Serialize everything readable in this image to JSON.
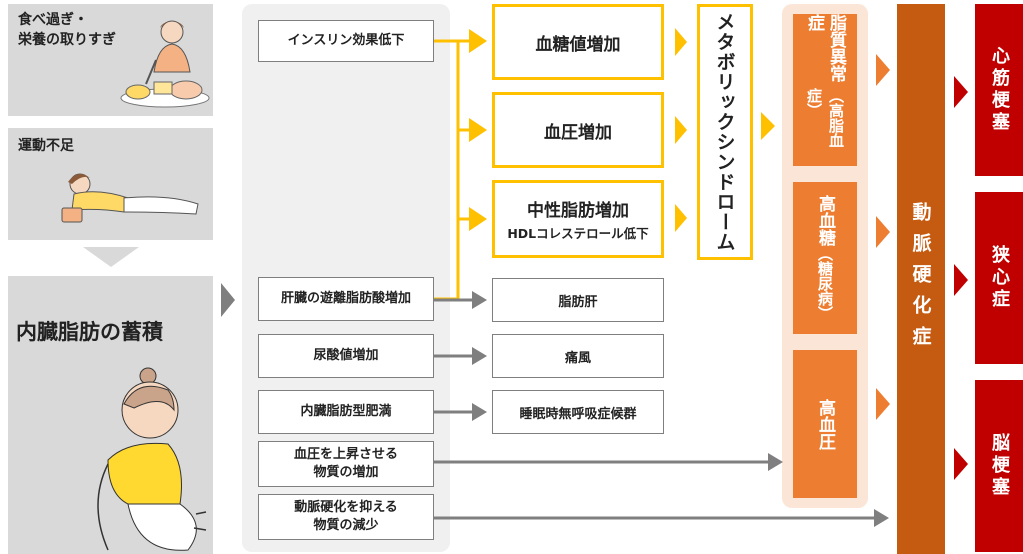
{
  "causes": {
    "overeating": "食べ過ぎ・\n栄養の取りすぎ",
    "exercise": "運動不足"
  },
  "accumulation": "内臓脂肪の蓄積",
  "mechanisms": {
    "insulin": "インスリン効果低下",
    "liver_ffa": "肝臓の遊離脂肪酸増加",
    "uric": "尿酸値増加",
    "visceral_obesity": "内臓脂肪型肥満",
    "bp_substances": "血圧を上昇させる\n物質の増加",
    "anti_athero": "動脈硬化を抑える\n物質の減少"
  },
  "yellow_results": {
    "glucose": "血糖値増加",
    "bp": "血圧増加",
    "tg": "中性脂肪増加",
    "hdl": "HDLコレステロール低下"
  },
  "gray_results": {
    "fatty_liver": "脂肪肝",
    "gout": "痛風",
    "sleep_apnea": "睡眠時無呼吸症候群"
  },
  "metabolic": "メタボリックシンドローム",
  "diseases": {
    "dyslipidemia": "脂質異常症",
    "dyslipidemia_sub": "（高脂血症）",
    "hyperglycemia": "高血糖",
    "hyperglycemia_sub": "（糖尿病）",
    "hypertension": "高血圧"
  },
  "atherosclerosis": "動脈硬化症",
  "outcomes": {
    "mi": "心筋梗塞",
    "angina": "狭心症",
    "stroke": "脳梗塞"
  },
  "colors": {
    "yellow": "#ffc000",
    "orange": "#ed7d31",
    "dark_orange": "#c55a11",
    "red": "#c00000",
    "gray": "#7f7f7f"
  }
}
